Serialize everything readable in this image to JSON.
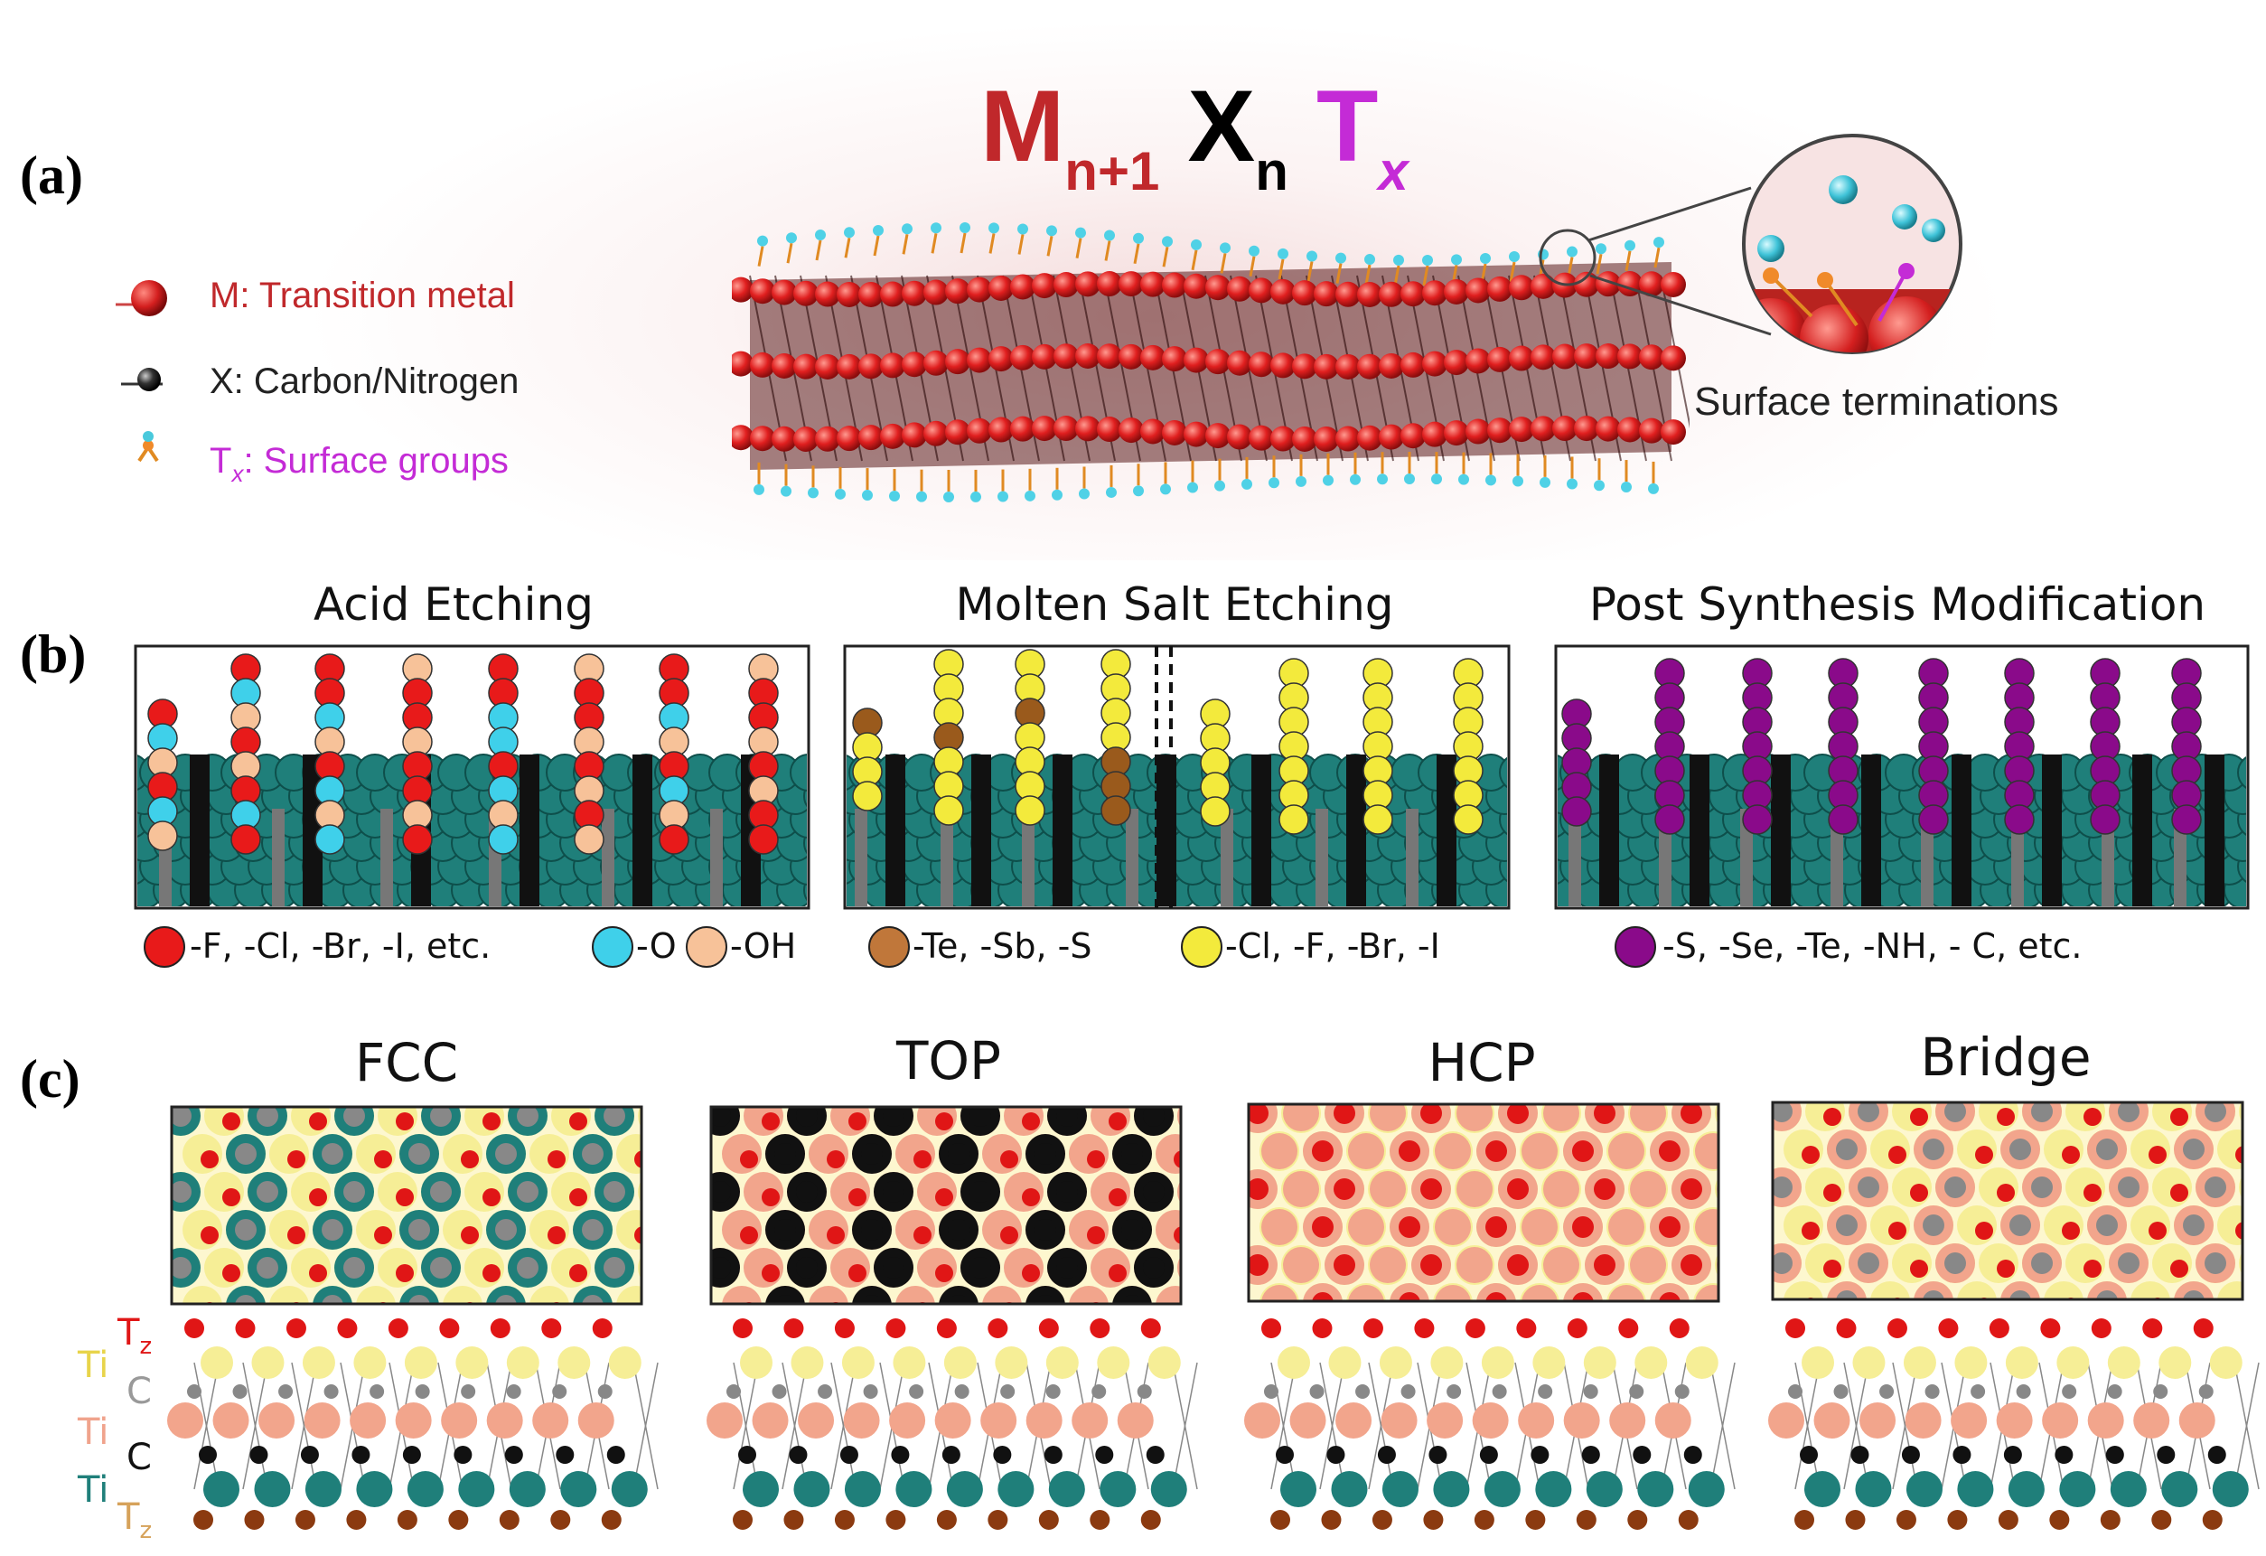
{
  "panels": {
    "a": "(a)",
    "b": "(b)",
    "c": "(c)"
  },
  "formula": {
    "m": "M",
    "m_sub": "n+1",
    "x": "X",
    "x_sub": "n",
    "t": "T",
    "t_sub": "x"
  },
  "legend_a": {
    "m": "M: Transition metal",
    "x": "X: Carbon/Nitrogen",
    "t_main": "T",
    "t_sub": "x",
    "t_rest": ": Surface groups"
  },
  "inset_caption": "Surface terminations",
  "panel_b": {
    "titles": [
      "Acid Etching",
      "Molten Salt Etching",
      "Post Synthesis Modification"
    ],
    "legend": {
      "halogens": "-F, -Cl, -Br, -I, etc.",
      "o": "-O",
      "oh": "-OH",
      "chalcogen": "-Te, -Sb, -S",
      "halogen2": "-Cl, -F, -Br, -I",
      "post": "-S, -Se, -Te, -NH, - C, etc."
    }
  },
  "panel_c": {
    "titles": [
      "FCC",
      "TOP",
      "HCP",
      "Bridge"
    ],
    "layers": [
      {
        "main": "T",
        "sub": "z"
      },
      {
        "main": "Ti",
        "sub": ""
      },
      {
        "main": "C",
        "sub": ""
      },
      {
        "main": "Ti",
        "sub": ""
      },
      {
        "main": "C",
        "sub": ""
      },
      {
        "main": "Ti",
        "sub": ""
      },
      {
        "main": "T",
        "sub": "z"
      }
    ]
  },
  "colors": {
    "metal_red": "#c62a2a",
    "formula_red": "#c0282b",
    "formula_magenta": "#c42bd6",
    "teal": "#1f7f7a",
    "yellow_ti": "#f6ee96",
    "salmon_ti": "#f2a58c",
    "carbon_gray": "#888888",
    "carbon_black": "#111111",
    "tz_red": "#e01616",
    "tz_brown": "#8b3a10",
    "cyan": "#4fd1e6",
    "peach": "#f7c299",
    "yellow": "#f3ea3c",
    "brown_b": "#b56a2e",
    "purple": "#8a0a8a"
  }
}
